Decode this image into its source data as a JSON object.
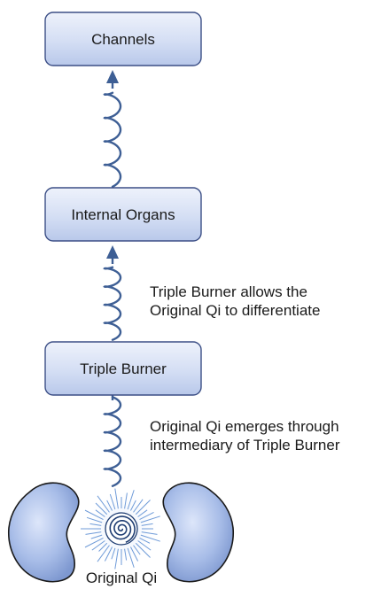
{
  "nodes": {
    "channels": "Channels",
    "internal_organs": "Internal Organs",
    "triple_burner": "Triple Burner",
    "original_qi": "Original Qi"
  },
  "annotations": {
    "upper": [
      "Triple Burner allows the",
      "Original Qi to differentiate"
    ],
    "lower": [
      "Original Qi emerges through",
      "intermediary of Triple Burner"
    ]
  },
  "colors": {
    "box_fill_top": "#eef2fb",
    "box_fill_bottom": "#b9c8ea",
    "box_stroke": "#3c4f86",
    "spiral": "#3e5f95",
    "kidney": "#8fa9df",
    "kidney_highlight": "#dde6fa",
    "burst": "#6f9bd8"
  },
  "icons": {
    "left_kidney": "kidney-icon",
    "right_kidney": "kidney-icon",
    "qi_source": "spiral-burst-icon"
  }
}
